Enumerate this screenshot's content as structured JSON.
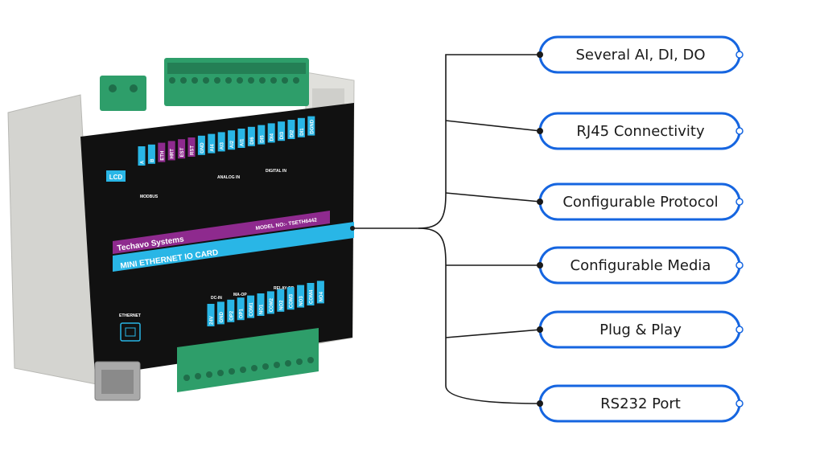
{
  "device": {
    "brand": "Techavo Systems",
    "product": "MINI ETHERNET IO CARD",
    "model": "MODEL NO:- TSETH6442",
    "lcd": "LCD",
    "modbus": "MODBUS",
    "analog_in": "ANALOG IN",
    "digital_in": "DIGITAL IN",
    "ethernet": "ETHERNET",
    "dc_in": "DC-IN",
    "ma_op": "MA-OP",
    "relay_op": "RELAY-OP",
    "top_pins": [
      "A",
      "B",
      "ETH",
      "HRT",
      "EST",
      "RST",
      "GND",
      "AI4",
      "AI3",
      "AI2",
      "AI1",
      "DI6",
      "DI5",
      "DI4",
      "DI3",
      "DI2",
      "DI1",
      "DGND"
    ],
    "bottom_pins": [
      "24V",
      "GND",
      "OP2",
      "OP1",
      "COM1",
      "NO1",
      "COM2",
      "NO2",
      "COM3",
      "NO3",
      "COM4",
      "NO4"
    ]
  },
  "features": [
    {
      "label": "Several AI, DI, DO"
    },
    {
      "label": "RJ45 Connectivity"
    },
    {
      "label": "Configurable  Protocol"
    },
    {
      "label": "Configurable  Media"
    },
    {
      "label": "Plug & Play"
    },
    {
      "label": "RS232 Port"
    }
  ],
  "colors": {
    "pill_border": "#1565e0",
    "connector": "#1a1a1a",
    "terminal_green": "#2e9e6a",
    "panel_black": "#111111",
    "accent_cyan": "#29b6e6",
    "accent_purple": "#8e2a8e",
    "housing": "#dcdcd8"
  }
}
